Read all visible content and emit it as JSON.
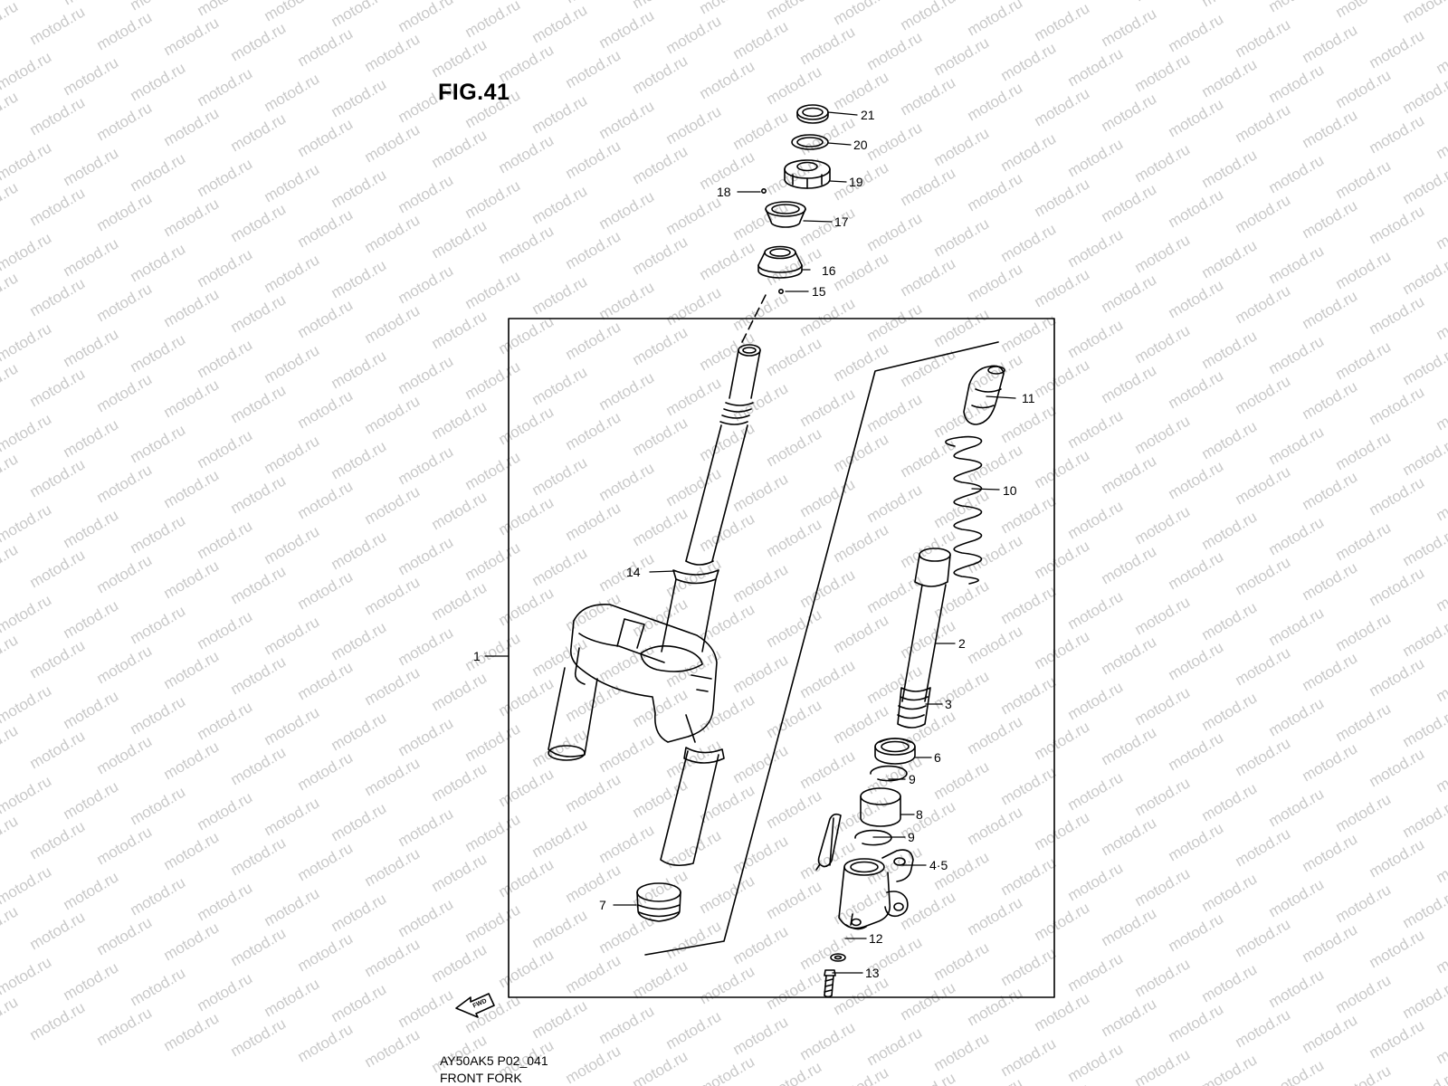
{
  "figure_title": "FIG.41",
  "diagram_code": "AY50AK5 P02_041",
  "caption": "FRONT FORK",
  "watermark_text": "motod.ru",
  "direction_arrow_text": "FWD",
  "callouts": [
    {
      "id": "c21",
      "label": "21"
    },
    {
      "id": "c20",
      "label": "20"
    },
    {
      "id": "c19",
      "label": "19"
    },
    {
      "id": "c18",
      "label": "18"
    },
    {
      "id": "c17",
      "label": "17"
    },
    {
      "id": "c16",
      "label": "16"
    },
    {
      "id": "c15",
      "label": "15"
    },
    {
      "id": "c11",
      "label": "11"
    },
    {
      "id": "c10",
      "label": "10"
    },
    {
      "id": "c14",
      "label": "14"
    },
    {
      "id": "c2",
      "label": "2"
    },
    {
      "id": "c1",
      "label": "1"
    },
    {
      "id": "c3",
      "label": "3"
    },
    {
      "id": "c6",
      "label": "6"
    },
    {
      "id": "c9a",
      "label": "9"
    },
    {
      "id": "c8",
      "label": "8"
    },
    {
      "id": "c9b",
      "label": "9"
    },
    {
      "id": "c45",
      "label": "4·5"
    },
    {
      "id": "c7",
      "label": "7"
    },
    {
      "id": "c12",
      "label": "12"
    },
    {
      "id": "c13",
      "label": "13"
    }
  ]
}
